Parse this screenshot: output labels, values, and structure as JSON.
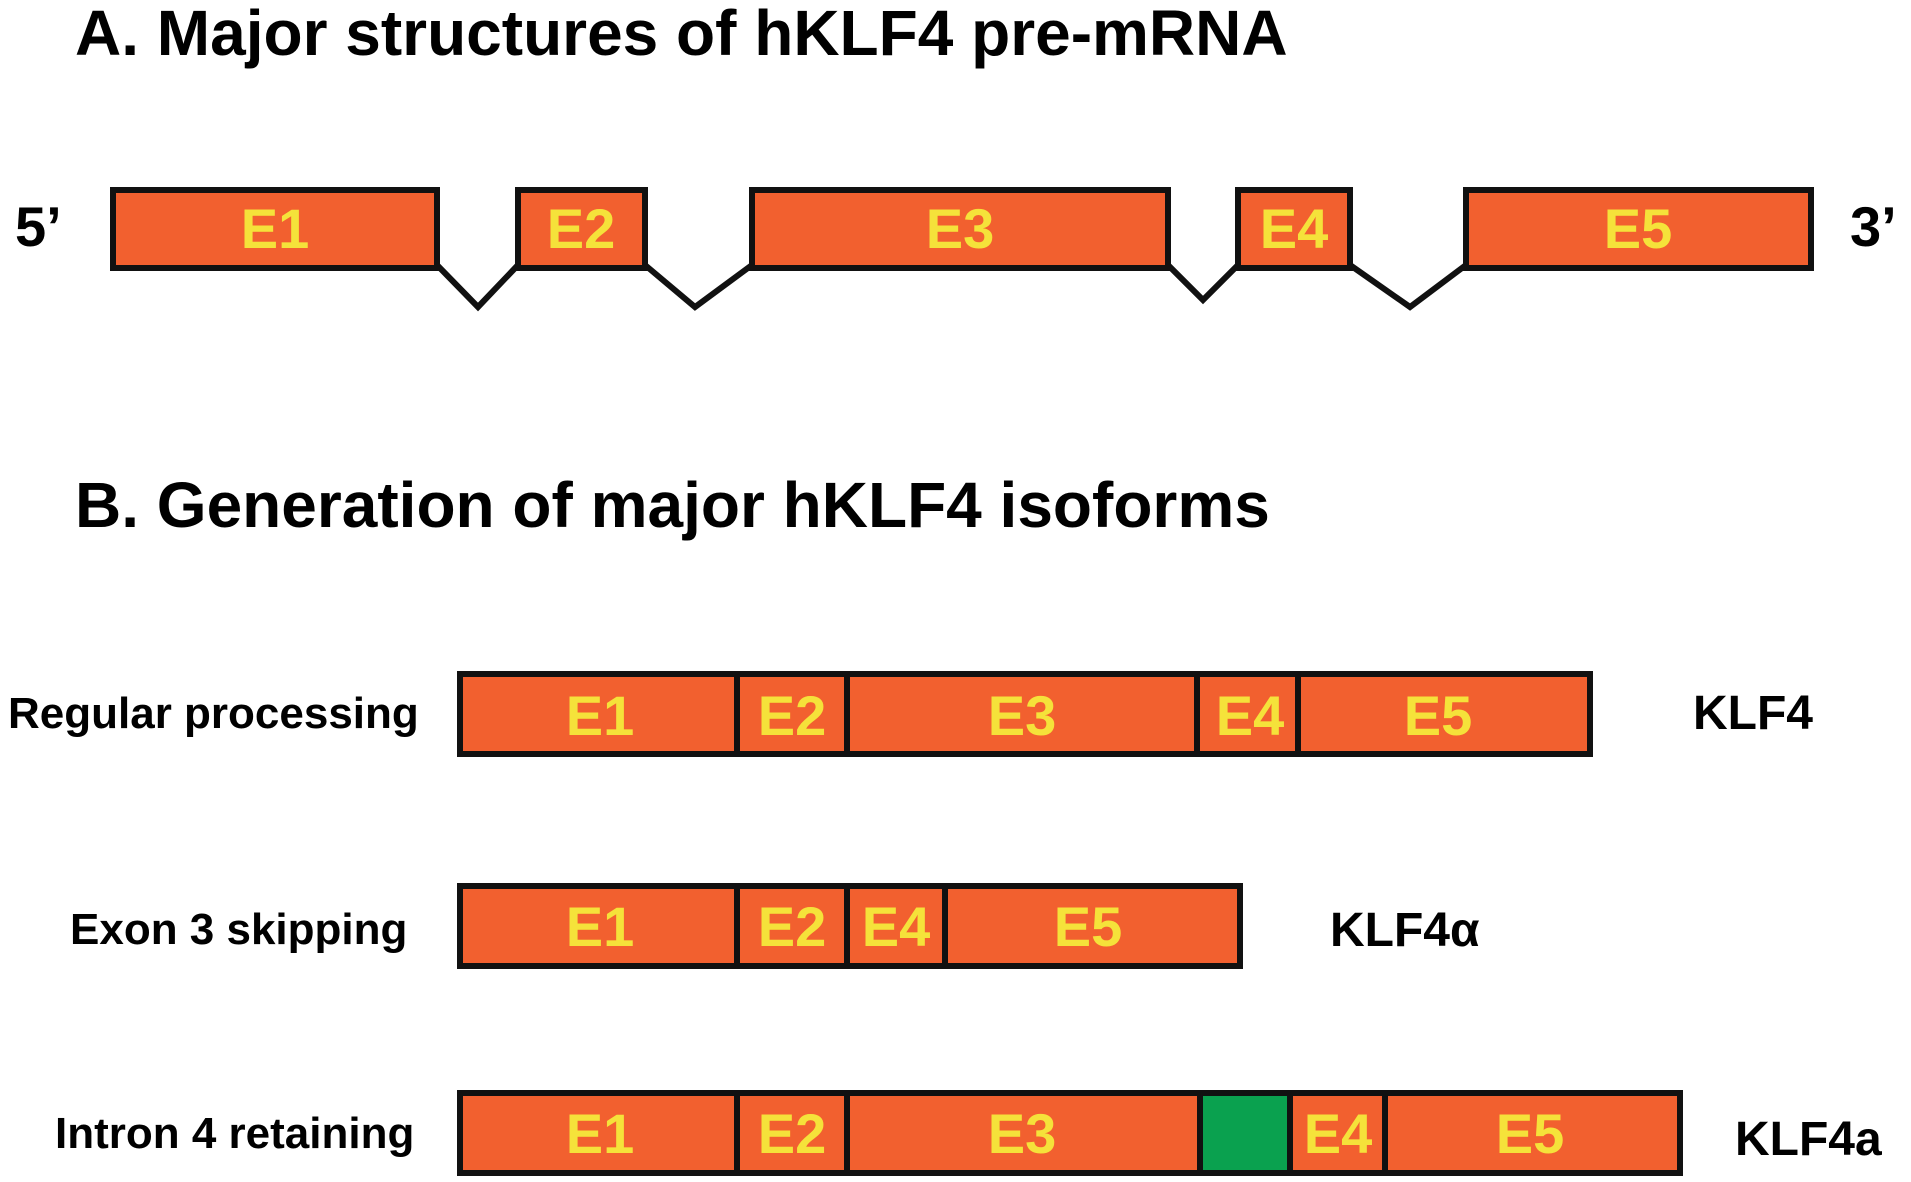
{
  "panel_a": {
    "title": "A. Major structures of hKLF4 pre-mRNA",
    "five_prime": "5’",
    "three_prime": "3’",
    "exons": [
      "E1",
      "E2",
      "E3",
      "E4",
      "E5"
    ]
  },
  "panel_b": {
    "title": "B. Generation of major hKLF4 isoforms",
    "rows": [
      {
        "label": "Regular processing",
        "isoform": "KLF4",
        "segments": [
          {
            "text": "E1",
            "kind": "exon"
          },
          {
            "text": "E2",
            "kind": "exon"
          },
          {
            "text": "E3",
            "kind": "exon"
          },
          {
            "text": "E4",
            "kind": "exon"
          },
          {
            "text": "E5",
            "kind": "exon"
          }
        ]
      },
      {
        "label": "Exon 3 skipping",
        "isoform": "KLF4α",
        "segments": [
          {
            "text": "E1",
            "kind": "exon"
          },
          {
            "text": "E2",
            "kind": "exon"
          },
          {
            "text": "E4",
            "kind": "exon"
          },
          {
            "text": "E5",
            "kind": "exon"
          }
        ]
      },
      {
        "label": "Intron 4 retaining",
        "isoform": "KLF4a",
        "segments": [
          {
            "text": "E1",
            "kind": "exon"
          },
          {
            "text": "E2",
            "kind": "exon"
          },
          {
            "text": "E3",
            "kind": "exon"
          },
          {
            "text": "",
            "kind": "intron"
          },
          {
            "text": "E4",
            "kind": "exon"
          },
          {
            "text": "E5",
            "kind": "exon"
          }
        ]
      }
    ]
  },
  "colors": {
    "exon": "#f2602f",
    "intron": "#0aa14f",
    "exon_text": "#f5e23a",
    "outline": "#111111"
  }
}
